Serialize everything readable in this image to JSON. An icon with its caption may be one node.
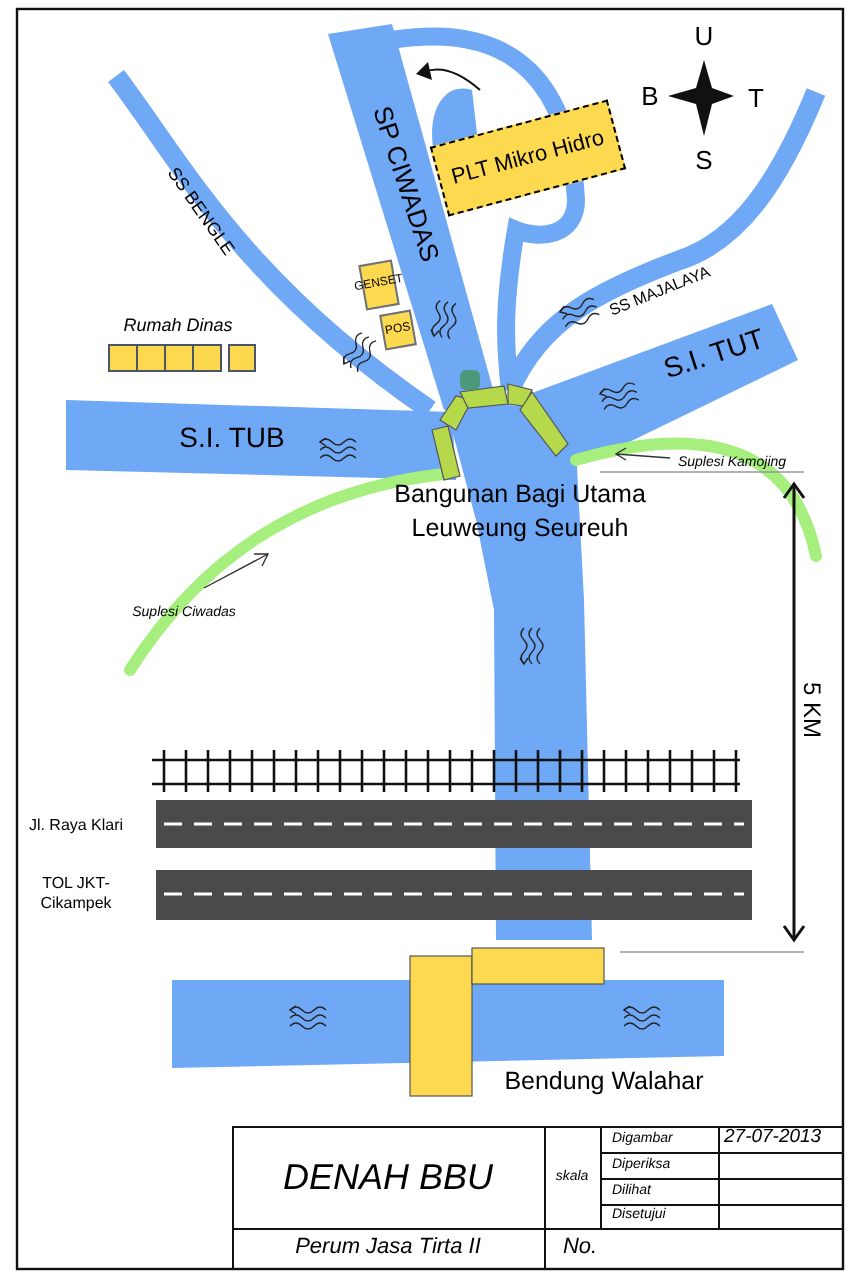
{
  "diagram": {
    "nodes": [
      {
        "text": [
          "PLT Mikro Hidro"
        ]
      },
      {
        "text": [
          "GENSET"
        ]
      },
      {
        "text": [
          "POS"
        ]
      },
      {
        "text": [],
        "shape": "box"
      },
      {
        "text": [],
        "shape": "box"
      },
      {
        "text": [],
        "shape": "box"
      },
      {
        "text": [],
        "shape": "box"
      },
      {
        "text": [],
        "shape": "box"
      }
    ],
    "labels": [
      "U",
      "B",
      "T",
      "S",
      "SP CIWADAS",
      "SS BENGLE",
      "SS MAJALAYA",
      "Rumah Dinas",
      "S.I. TUT",
      "S.I. TUB",
      "Bangunan Bagi Utama Leuweung Seureuh",
      "Suplesi Kamojing",
      "Suplesi Ciwadas",
      "5 KM",
      "Jl. Raya Klari",
      "TOL JKT-Cikampek",
      "Bendung Walahar",
      "DENAH BBU",
      "skala",
      "Digambar",
      "27-07-2013",
      "Diperiksa",
      "Dilihat",
      "Disetujui",
      "Perum Jasa Tirta II",
      "No."
    ]
  }
}
